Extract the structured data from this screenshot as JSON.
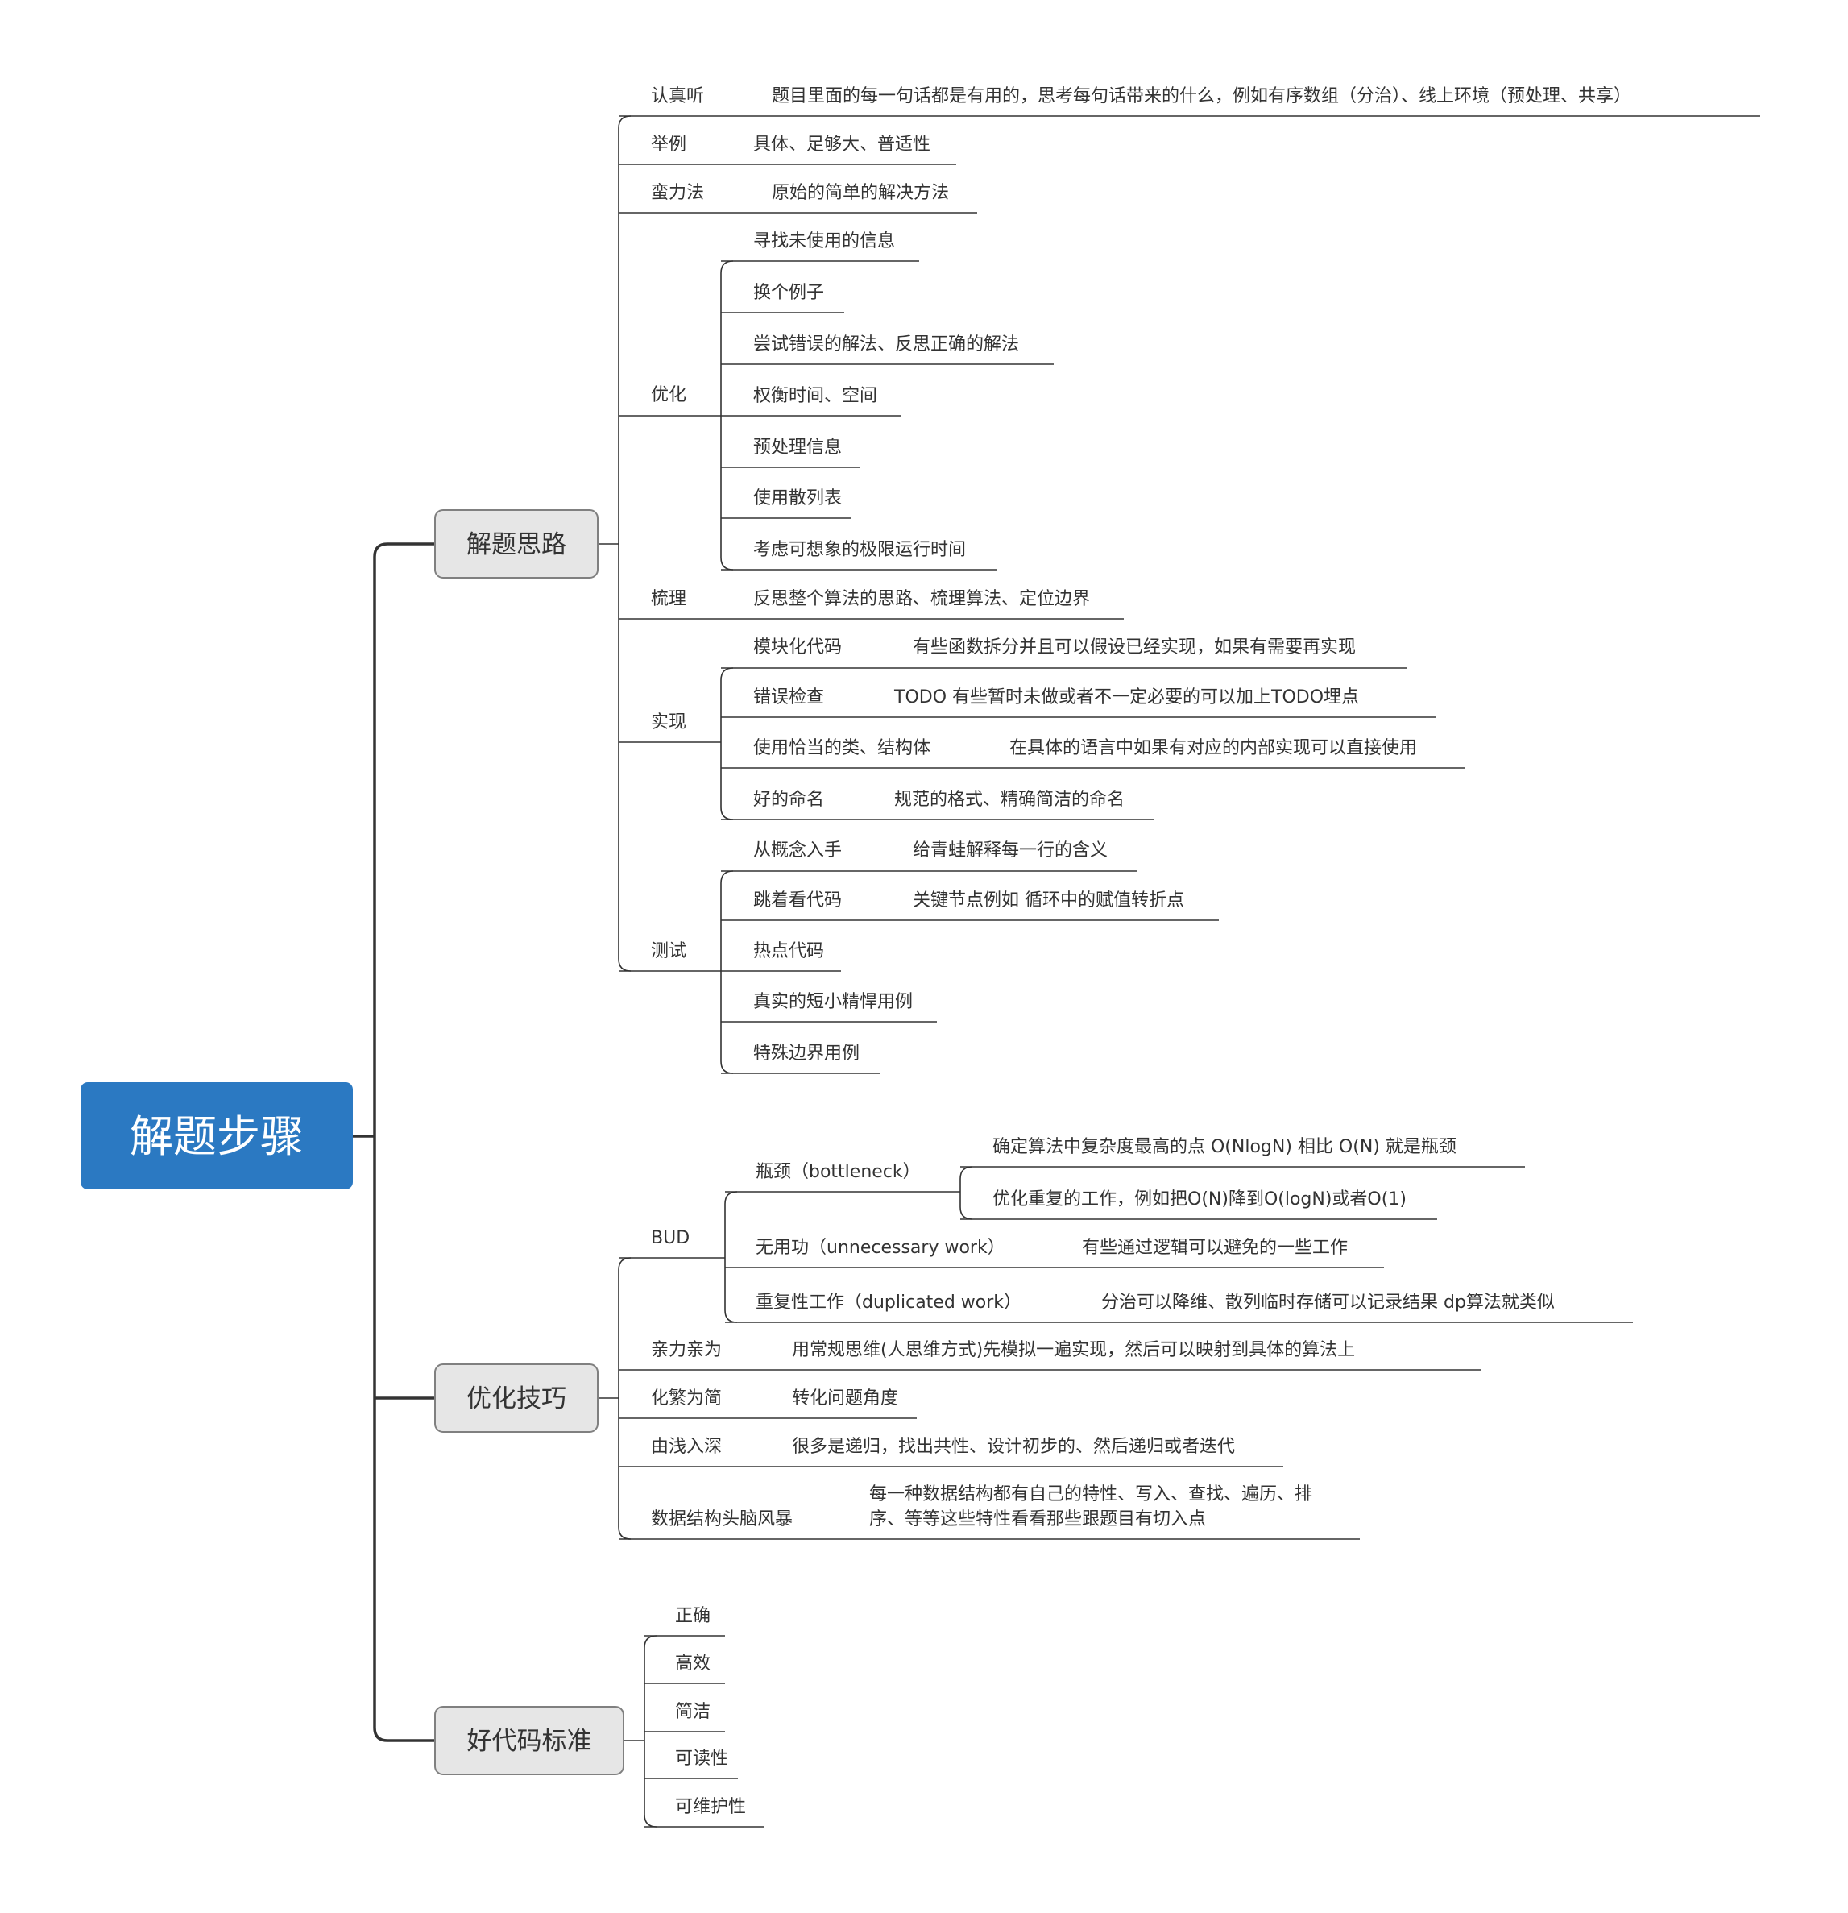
{
  "colors": {
    "root_fill": "#2b79c2",
    "branch_fill": "#e6e6e6",
    "branch_stroke": "#808080",
    "line": "#333333"
  },
  "root": {
    "label": "解题步骤"
  },
  "branches": [
    {
      "label": "解题思路",
      "items": [
        {
          "label": "认真听",
          "note": "题目里面的每一句话都是有用的，思考每句话带来的什么，例如有序数组（分治）、线上环境（预处理、共享）"
        },
        {
          "label": "举例",
          "note": "具体、足够大、普适性"
        },
        {
          "label": "蛮力法",
          "note": "原始的简单的解决方法"
        },
        {
          "label": "优化",
          "children": [
            {
              "label": "寻找未使用的信息"
            },
            {
              "label": "换个例子"
            },
            {
              "label": "尝试错误的解法、反思正确的解法"
            },
            {
              "label": "权衡时间、空间"
            },
            {
              "label": "预处理信息"
            },
            {
              "label": "使用散列表"
            },
            {
              "label": "考虑可想象的极限运行时间"
            }
          ]
        },
        {
          "label": "梳理",
          "note": "反思整个算法的思路、梳理算法、定位边界"
        },
        {
          "label": "实现",
          "children": [
            {
              "label": "模块化代码",
              "note": "有些函数拆分并且可以假设已经实现，如果有需要再实现"
            },
            {
              "label": "错误检查",
              "note": "TODO 有些暂时未做或者不一定必要的可以加上TODO埋点"
            },
            {
              "label": "使用恰当的类、结构体",
              "note": "在具体的语言中如果有对应的内部实现可以直接使用"
            },
            {
              "label": "好的命名",
              "note": "规范的格式、精确简洁的命名"
            }
          ]
        },
        {
          "label": "测试",
          "children": [
            {
              "label": "从概念入手",
              "note": "给青蛙解释每一行的含义"
            },
            {
              "label": "跳着看代码",
              "note": "关键节点例如 循环中的赋值转折点"
            },
            {
              "label": "热点代码"
            },
            {
              "label": "真实的短小精悍用例"
            },
            {
              "label": "特殊边界用例"
            }
          ]
        }
      ]
    },
    {
      "label": "优化技巧",
      "items": [
        {
          "label": "BUD",
          "children": [
            {
              "label": "瓶颈（bottleneck）",
              "notes": [
                "确定算法中复杂度最高的点 O(NlogN) 相比 O(N) 就是瓶颈",
                "优化重复的工作，例如把O(N)降到O(logN)或者O(1)"
              ]
            },
            {
              "label": "无用功（unnecessary work）",
              "note": "有些通过逻辑可以避免的一些工作"
            },
            {
              "label": "重复性工作（duplicated work）",
              "note": "分治可以降维、散列临时存储可以记录结果 dp算法就类似"
            }
          ]
        },
        {
          "label": "亲力亲为",
          "note": "用常规思维(人思维方式)先模拟一遍实现，然后可以映射到具体的算法上"
        },
        {
          "label": "化繁为简",
          "note": "转化问题角度"
        },
        {
          "label": "由浅入深",
          "note": "很多是递归，找出共性、设计初步的、然后递归或者迭代"
        },
        {
          "label": "数据结构头脑风暴",
          "note_lines": [
            "每一种数据结构都有自己的特性、写入、查找、遍历、排",
            "序、等等这些特性看看那些跟题目有切入点"
          ]
        }
      ]
    },
    {
      "label": "好代码标准",
      "items": [
        {
          "label": "正确"
        },
        {
          "label": "高效"
        },
        {
          "label": "简洁"
        },
        {
          "label": "可读性"
        },
        {
          "label": "可维护性"
        }
      ]
    }
  ]
}
